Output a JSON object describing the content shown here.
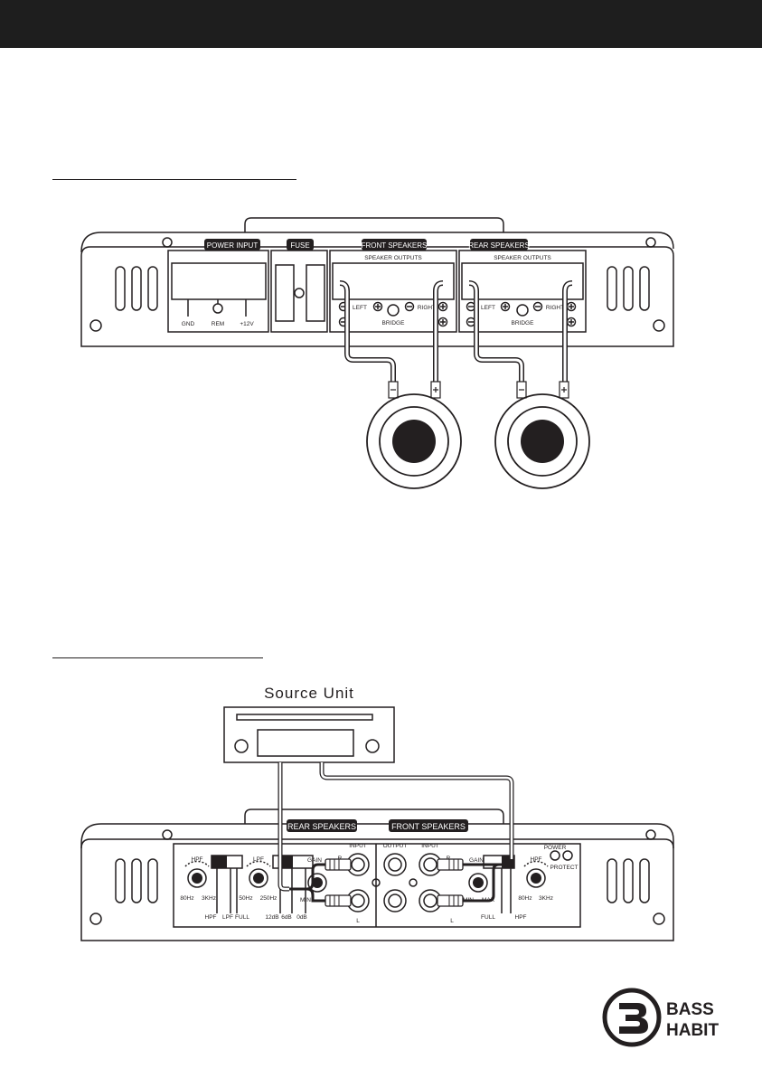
{
  "speaker_diagram": {
    "power_input": "POWER INPUT",
    "fuse": "FUSE",
    "front_speakers": "FRONT SPEAKERS",
    "rear_speakers": "REAR SPEAKERS",
    "speaker_outputs": "SPEAKER OUTPUTS",
    "gnd": "GND",
    "rem": "REM",
    "plus12v": "+12V",
    "left": "LEFT",
    "right": "RIGHT",
    "bridge": "BRIDGE"
  },
  "input_diagram": {
    "source_unit": "Source Unit",
    "rear_speakers": "REAR SPEAKERS",
    "front_speakers": "FRONT SPEAKERS",
    "hpf": "HPF",
    "lpf": "LPF",
    "gain": "GAIN",
    "input": "INPUT",
    "output": "OUTPUT",
    "hz80": "80Hz",
    "khz3": "3KHz",
    "hz50": "50Hz",
    "hz250": "250Hz",
    "min": "MIN",
    "max": "MAX",
    "full": "FULL",
    "db12": "12dB",
    "db6": "6dB",
    "db0": "0dB",
    "r": "R",
    "l": "L",
    "power": "POWER",
    "protect": "PROTECT"
  },
  "logo": {
    "line1": "BASS",
    "line2": "HABIT"
  }
}
